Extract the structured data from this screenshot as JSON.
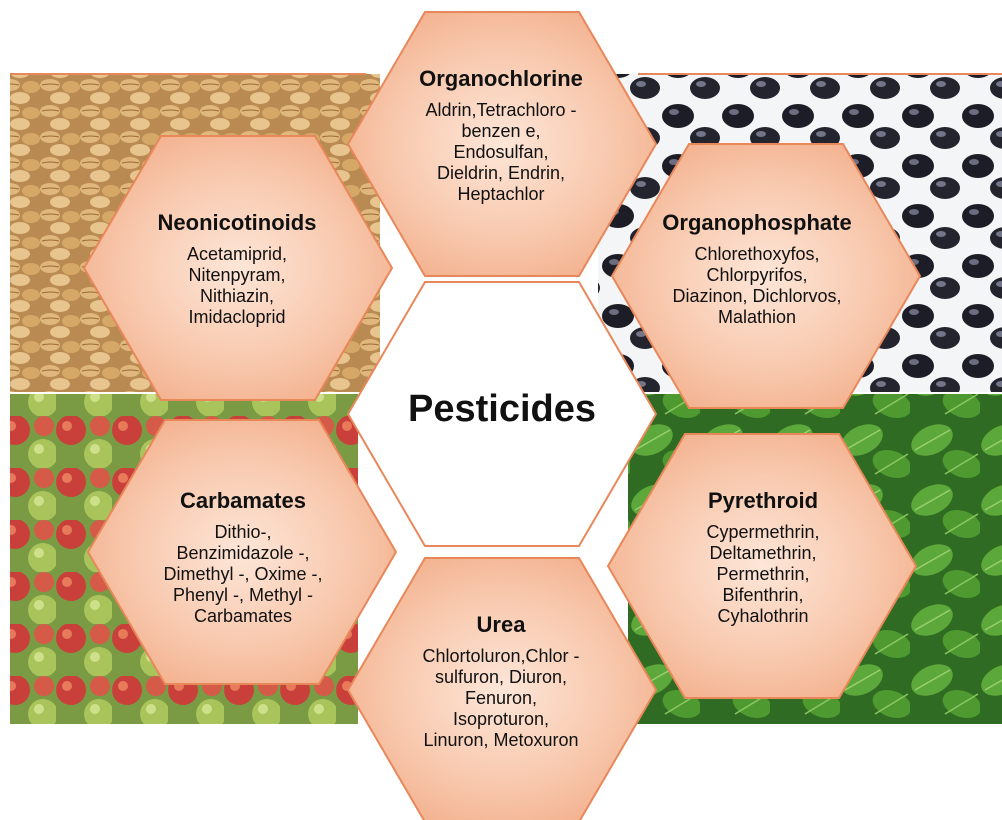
{
  "center": {
    "title": "Pesticides"
  },
  "groups": {
    "organochlorine": {
      "title": "Organochlorine",
      "items": [
        "Aldrin,Tetrachloro -",
        "benzen e,",
        "Endosulfan,",
        "Dieldrin, Endrin,",
        "Heptachlor"
      ]
    },
    "neonicotinoids": {
      "title": "Neonicotinoids",
      "items": [
        "Acetamiprid,",
        "Nitenpyram,",
        "Nithiazin,",
        "Imidacloprid"
      ]
    },
    "organophosphate": {
      "title": "Organophosphate",
      "items": [
        "Chlorethoxyfos,",
        "Chlorpyrifos,",
        "Diazinon,  Dichlorvos,",
        "Malathion"
      ]
    },
    "carbamates": {
      "title": "Carbamates",
      "items": [
        "Dithio-,",
        "Benzimidazole -,",
        "Dimethyl -, Oxime -,",
        "Phenyl -, Methyl -",
        "Carbamates"
      ]
    },
    "pyrethroid": {
      "title": "Pyrethroid",
      "items": [
        "Cypermethrin,",
        "Deltamethrin,",
        "Permethrin,",
        "Bifenthrin,",
        "Cyhalothrin"
      ]
    },
    "urea": {
      "title": "Urea",
      "items": [
        "Chlortoluron,Chlor -",
        "sulfuron, Diuron,",
        "Fenuron,",
        "Isoproturon,",
        "Linuron, Metoxuron"
      ]
    }
  },
  "colors": {
    "hex_fill": "#f8c8ad",
    "hex_border": "#e8875a",
    "center_fill": "#ffffff",
    "outline": "#e8875a"
  },
  "background_photos": [
    "wheat-grains-photo",
    "black-olives-photo",
    "apples-photo",
    "spinach-leaves-photo"
  ]
}
